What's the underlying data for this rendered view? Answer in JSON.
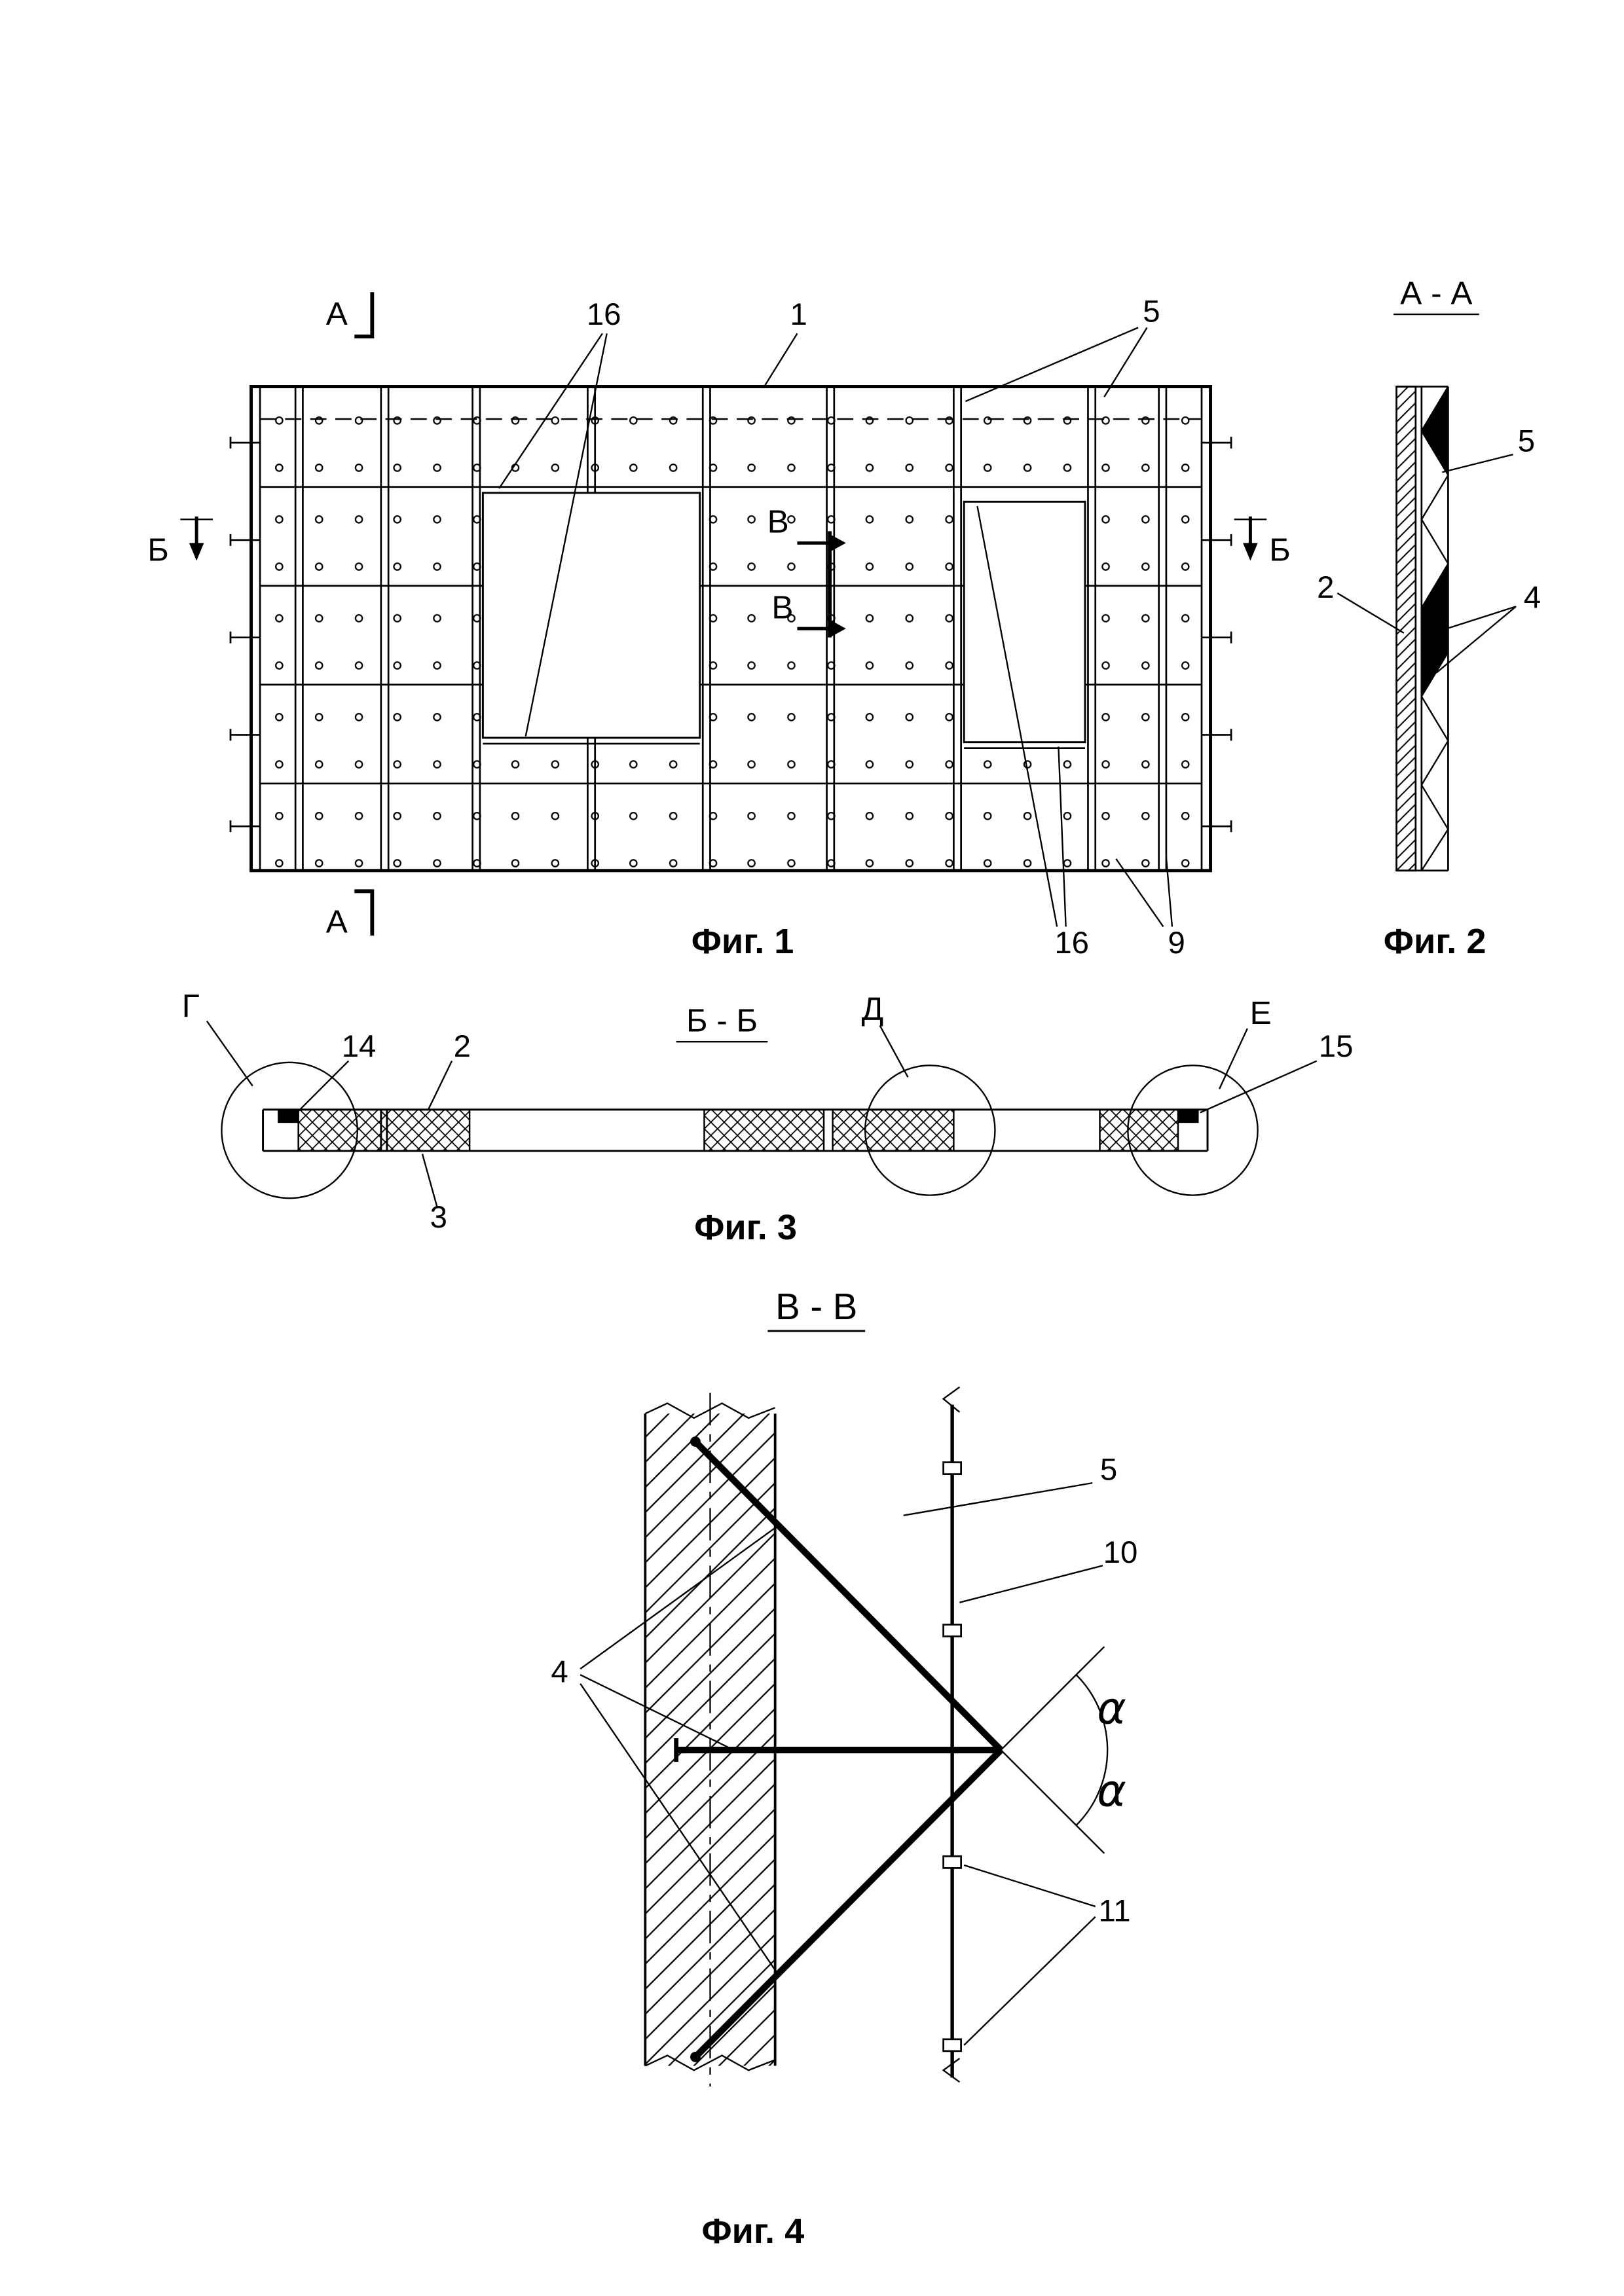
{
  "colors": {
    "ink": "#000000",
    "paper": "#ffffff"
  },
  "drawing": {
    "fig1": {
      "caption": "Фиг. 1",
      "marks": {
        "a": "А",
        "b": "Б",
        "v": "В"
      },
      "refs": {
        "n16": "16",
        "n1": "1",
        "n5": "5",
        "n9": "9"
      }
    },
    "fig2": {
      "caption": "Фиг. 2",
      "section": "А - А",
      "refs": {
        "n5": "5",
        "n2": "2",
        "n4": "4"
      }
    },
    "fig3": {
      "caption": "Фиг. 3",
      "section": "Б - Б",
      "refs": {
        "g": "Г",
        "n14": "14",
        "n2": "2",
        "d": "Д",
        "e": "Е",
        "n15": "15",
        "n3": "3"
      }
    },
    "fig4": {
      "caption": "Фиг. 4",
      "section": "В - В",
      "refs": {
        "n5": "5",
        "n10": "10",
        "n4": "4",
        "n11": "11",
        "alpha": "α"
      }
    }
  }
}
